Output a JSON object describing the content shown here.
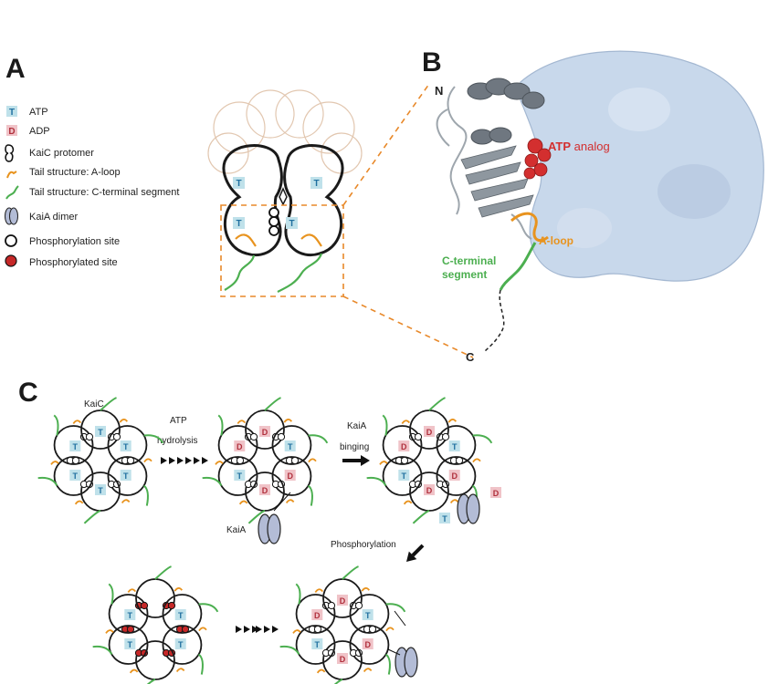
{
  "panels": {
    "a": "A",
    "b": "B",
    "c": "C"
  },
  "legend": {
    "atp": "ATP",
    "adp": "ADP",
    "protomer": "KaiC protomer",
    "aloop": "Tail structure: A-loop",
    "cterm": "Tail structure: C-terminal segment",
    "kaia_dimer": "KaiA dimer",
    "phos_site": "Phosphorylation site",
    "phosphorylated": "Phosphorylated site"
  },
  "badges": {
    "t": "T",
    "d": "D"
  },
  "panel_b": {
    "n_label": "N",
    "c_label": "C",
    "atp_bold": "ATP",
    "atp_rest": " analog",
    "aloop": "A-loop",
    "cterm_line1": "C-terminal",
    "cterm_line2": "segment"
  },
  "panel_c": {
    "kaic": "KaiC",
    "atp": "ATP",
    "hydrolysis": "hydrolysis",
    "kaia_line1": "KaiA",
    "kaia_line2": "binging",
    "kaia": "KaiA",
    "phosphorylation": "Phosphorylation"
  },
  "colors": {
    "aloop": "#e8931e",
    "cterm": "#4caf50",
    "dashed": "#e8892a",
    "atp_red": "#d32f2f",
    "kaia_fill": "#b3bcd6",
    "phos_red": "#c62828",
    "surface": "#c6d6ea"
  }
}
